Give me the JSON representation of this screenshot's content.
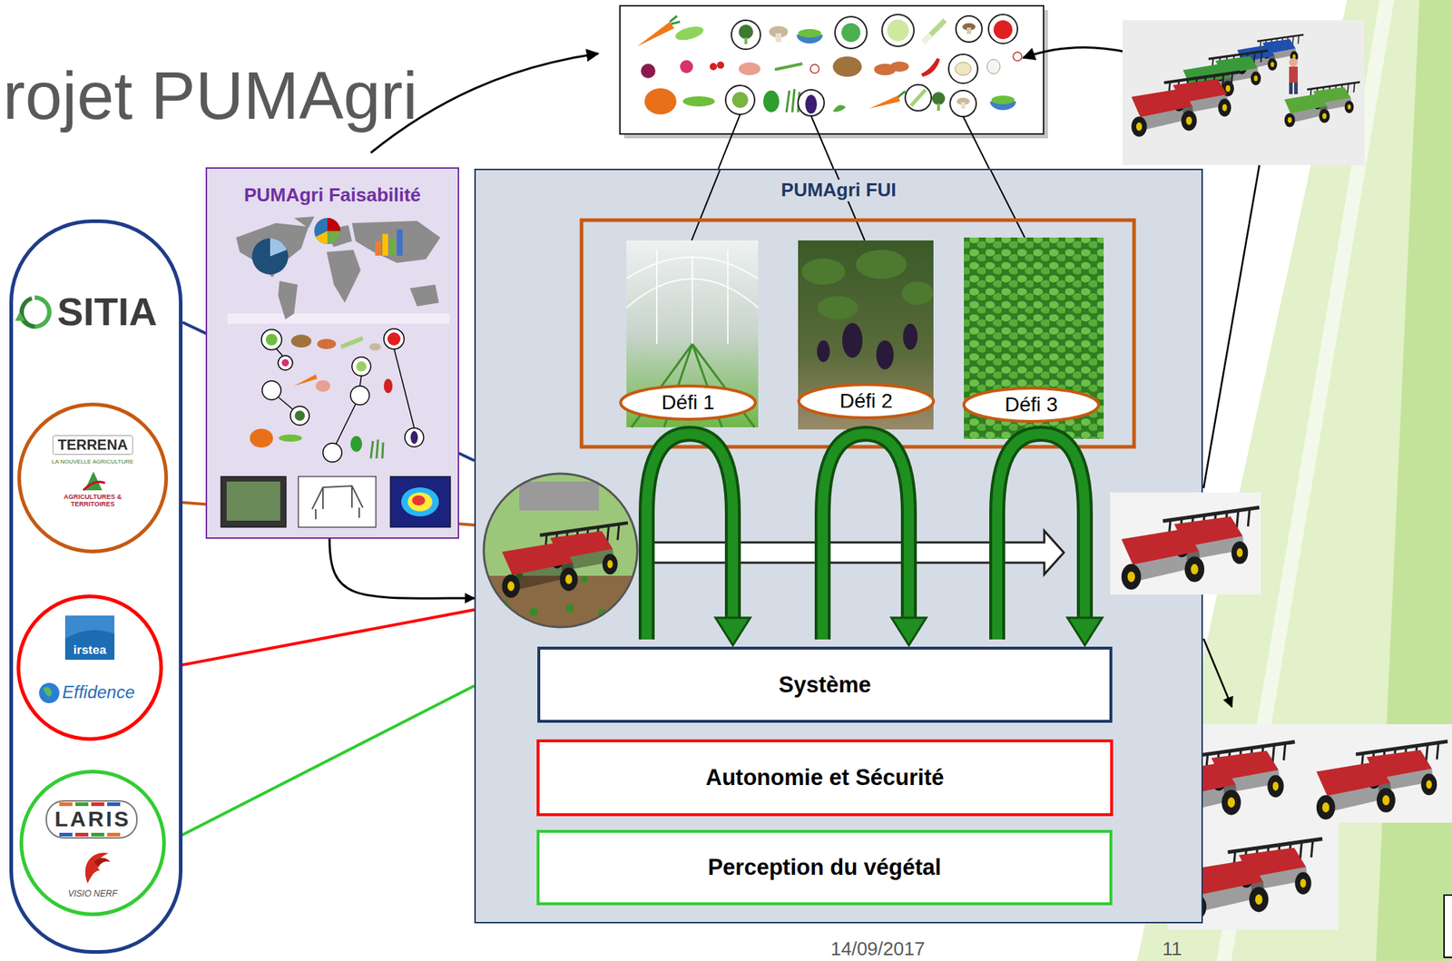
{
  "diagram": {
    "title": "rojet PUMAgri",
    "nodes": [
      {
        "text": [
          "SITIA"
        ]
      },
      {
        "text": [
          "TERRENA",
          "LA NOUVELLE AGRICULTURE",
          "AGRICULTURES & TERRITOIRES"
        ],
        "in": 0
      },
      {
        "text": [
          "irstea",
          "Effidence"
        ],
        "in": 0
      },
      {
        "text": [
          "LARIS",
          "VISIO NERF"
        ],
        "in": 0
      },
      {
        "text": [
          "PUMAgri Faisabilité"
        ]
      },
      {
        "text": [
          "PUMAgri FUI"
        ]
      },
      {
        "text": [
          "Défi 1"
        ],
        "in": 5
      },
      {
        "text": [
          "Défi 2"
        ],
        "in": 5
      },
      {
        "text": [
          "Défi 3"
        ],
        "in": 5
      },
      {
        "text": [
          "Système"
        ],
        "in": 5
      },
      {
        "text": [
          "Autonomie et Sécurité"
        ],
        "in": 5
      },
      {
        "text": [
          "Perception du végétal"
        ],
        "in": 5
      }
    ],
    "edges": [
      {
        "from": 0,
        "to": 5,
        "arrow": "none"
      },
      {
        "from": 1,
        "to": 5,
        "arrow": "none"
      },
      {
        "from": 2,
        "to": 5,
        "arrow": "none"
      },
      {
        "from": 3,
        "to": 5,
        "arrow": "none"
      },
      {
        "from": 4,
        "to": 5,
        "arrow": "to"
      }
    ],
    "labels": [
      "14/09/2017",
      "11"
    ]
  }
}
